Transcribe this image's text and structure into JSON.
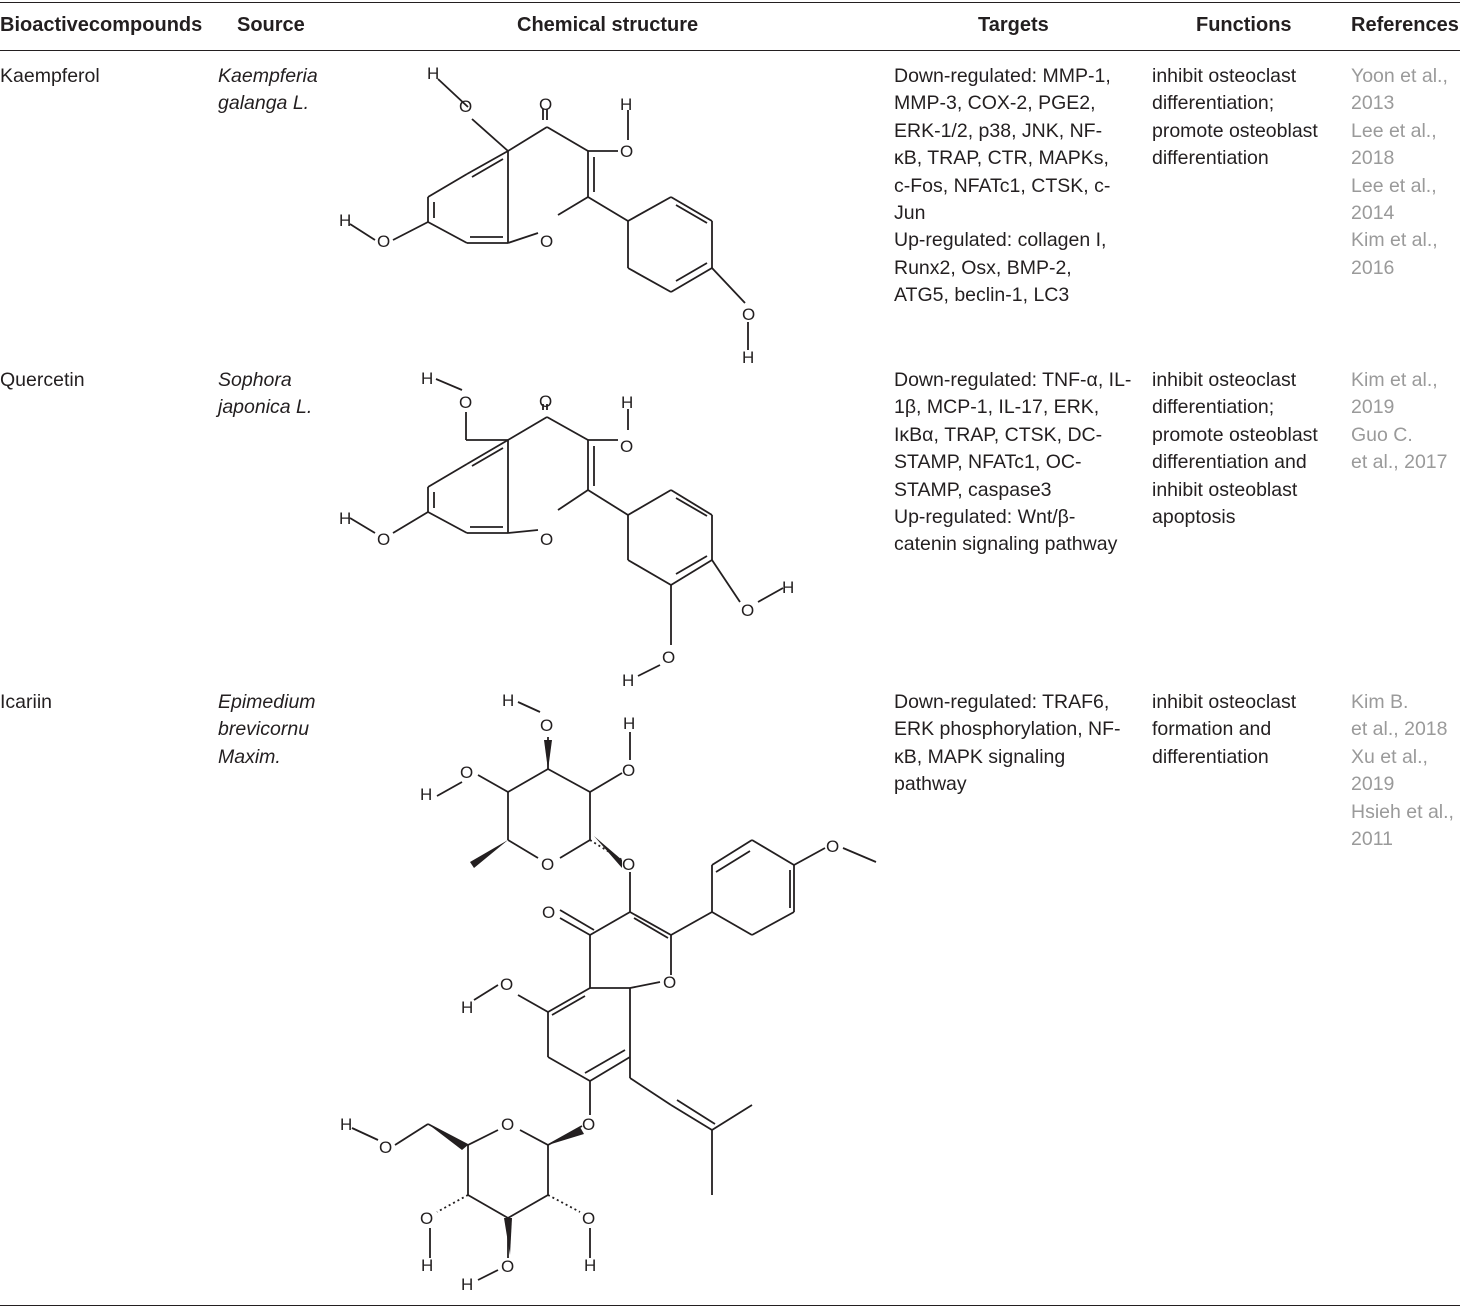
{
  "table": {
    "headers": {
      "compound": "Bioactivecompounds",
      "source": "Source",
      "structure": "Chemical structure",
      "targets": "Targets",
      "functions": "Functions",
      "references": "References"
    },
    "rows": [
      {
        "compound": "Kaempferol",
        "source": [
          "Kaempferia",
          "galanga L."
        ],
        "targets": [
          "Down-regulated: MMP-1,",
          "MMP-3, COX-2, PGE2,",
          "ERK-1/2, p38, JNK, NF-",
          "κB, TRAP, CTR, MAPKs,",
          "c-Fos, NFATc1, CTSK, c-",
          "Jun",
          "Up-regulated: collagen I,",
          "Runx2, Osx, BMP-2,",
          "ATG5, beclin-1, LC3"
        ],
        "functions": [
          "inhibit osteoclast",
          "differentiation;",
          "promote osteoblast",
          "differentiation"
        ],
        "references": [
          {
            "l1": "Yoon et al.,",
            "l2": "2013"
          },
          {
            "l1": "Lee et al.,",
            "l2": "2018"
          },
          {
            "l1": "Lee et al.,",
            "l2": "2014"
          },
          {
            "l1": "Kim et al.,",
            "l2": "2016"
          }
        ]
      },
      {
        "compound": "Quercetin",
        "source": [
          "Sophora",
          "japonica L."
        ],
        "targets": [
          "Down-regulated: TNF-α, IL-",
          "1β, MCP-1, IL-17, ERK,",
          "IκBα, TRAP, CTSK, DC-",
          "STAMP, NFATc1, OC-",
          "STAMP, caspase3",
          "Up-regulated: Wnt/β-",
          "catenin signaling pathway"
        ],
        "functions": [
          "inhibit osteoclast",
          "differentiation;",
          "promote osteoblast",
          "differentiation and",
          "inhibit osteoblast",
          "apoptosis"
        ],
        "references": [
          {
            "l1": "Kim et al.,",
            "l2": "2019"
          },
          {
            "l1": "Guo C.",
            "l2": "et al., 2017"
          }
        ]
      },
      {
        "compound": "Icariin",
        "source": [
          "Epimedium",
          "brevicornu",
          "Maxim."
        ],
        "targets": [
          "Down-regulated: TRAF6,",
          "ERK phosphorylation, NF-",
          "κB, MAPK signaling",
          "pathway"
        ],
        "functions": [
          "inhibit osteoclast",
          "formation and",
          "differentiation"
        ],
        "references": [
          {
            "l1": "Kim B.",
            "l2": "et al., 2018"
          },
          {
            "l1": "Xu et al.,",
            "l2": "2019"
          },
          {
            "l1": "Hsieh et al.,",
            "l2": "2011"
          }
        ]
      }
    ],
    "atoms": {
      "oxygen": "O",
      "hydrogen": "H"
    }
  }
}
